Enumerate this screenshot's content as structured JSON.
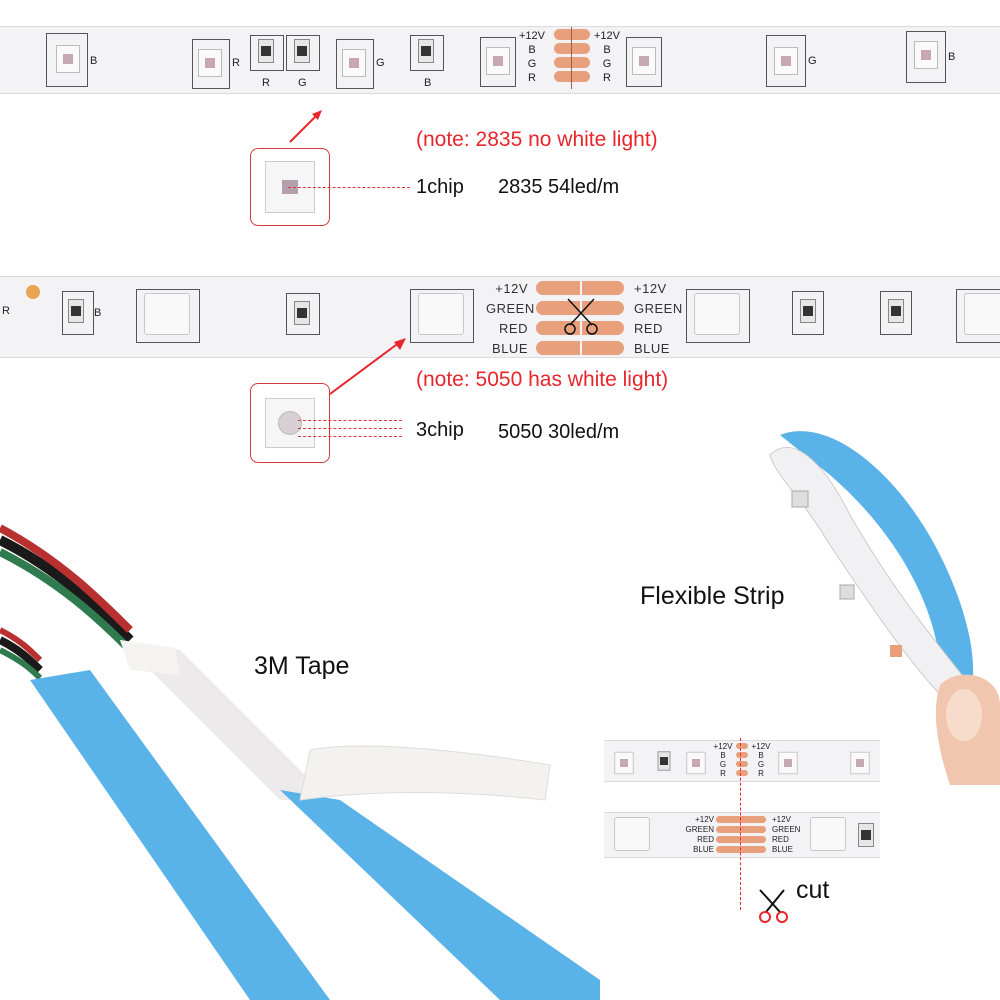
{
  "strip_2835": {
    "labels_left": [
      "B",
      "R",
      "R",
      "G",
      "G",
      "B"
    ],
    "labels_right": [
      "G",
      "B"
    ],
    "cut_pad_left": [
      "+12V",
      "B",
      "G",
      "R"
    ],
    "cut_pad_right": [
      "+12V",
      "B",
      "G",
      "R"
    ]
  },
  "strip_5050": {
    "labels": [
      "R",
      "B"
    ],
    "cut_pad_left": [
      "+12V",
      "GREEN",
      "RED",
      "BLUE"
    ],
    "cut_pad_right": [
      "+12V",
      "GREEN",
      "RED",
      "BLUE"
    ]
  },
  "notes": {
    "note_2835": "(note: 2835 no white light)",
    "note_5050": "(note: 5050 has white light)",
    "chip_2835": "1chip",
    "spec_2835": "2835 54led/m",
    "chip_5050": "3chip",
    "spec_5050": "5050 30led/m"
  },
  "captions": {
    "flexible": "Flexible Strip",
    "tape": "3M Tape",
    "cut": "cut"
  },
  "small_strip_a": {
    "cut_pad_left": [
      "+12V",
      "B",
      "G",
      "R"
    ],
    "cut_pad_right": [
      "+12V",
      "B",
      "G",
      "R"
    ]
  },
  "small_strip_b": {
    "cut_pad_left": [
      "+12V",
      "GREEN",
      "RED",
      "BLUE"
    ],
    "cut_pad_right": [
      "+12V",
      "GREEN",
      "RED",
      "BLUE"
    ]
  },
  "colors": {
    "note_red": "#e8262b",
    "tape_blue": "#5ab3e8",
    "pad_copper": "#e8a07c"
  }
}
